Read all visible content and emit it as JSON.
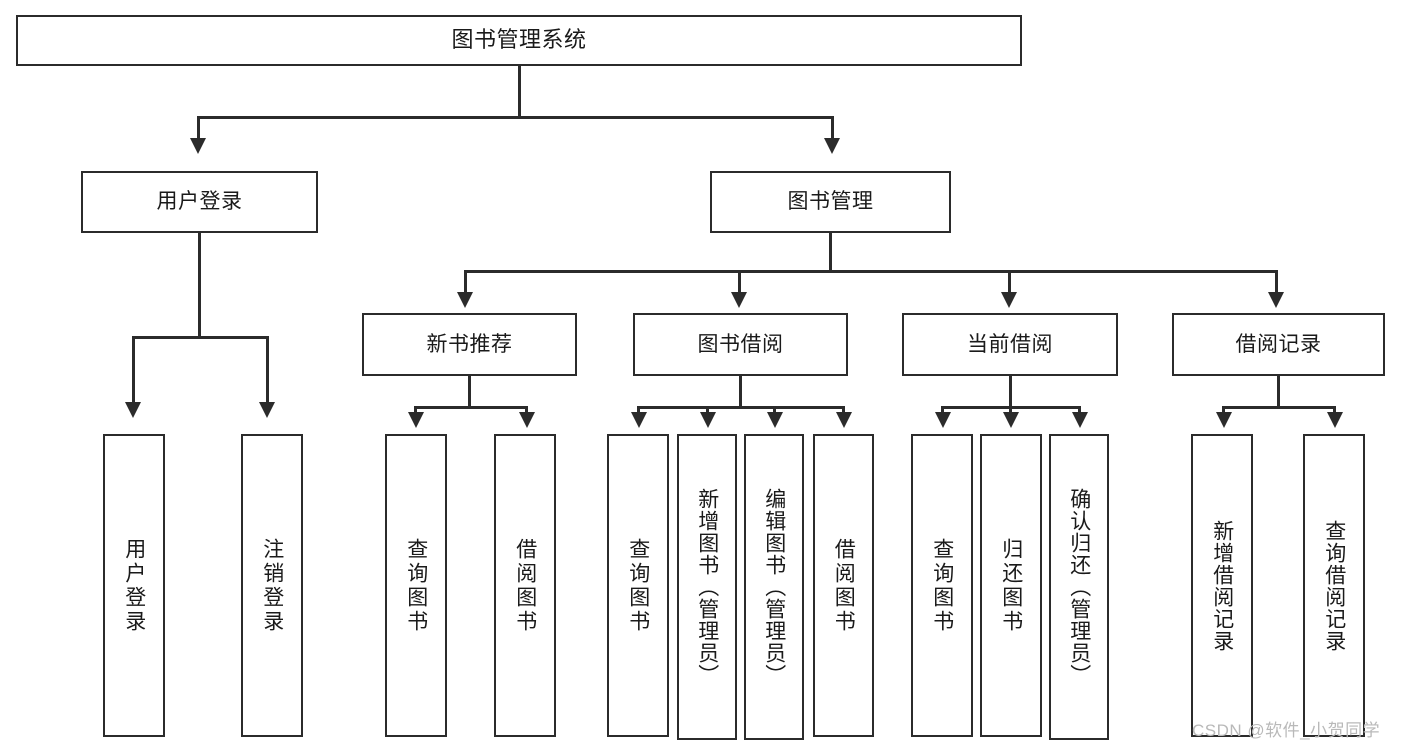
{
  "diagram": {
    "type": "tree-hierarchy-diagram",
    "title": "图书管理系统",
    "watermark": "CSDN @软件_小贺同学",
    "colors": {
      "stroke": "#2b2b2b",
      "fill": "#ffffff",
      "text": "#1a1a1a",
      "watermark": "#b9b9b9"
    },
    "root": {
      "label": "图书管理系统",
      "orientation": "horizontal"
    },
    "level2": [
      {
        "label": "用户登录",
        "orientation": "horizontal"
      },
      {
        "label": "图书管理",
        "orientation": "horizontal"
      }
    ],
    "level3": [
      {
        "label": "新书推荐",
        "orientation": "horizontal"
      },
      {
        "label": "图书借阅",
        "orientation": "horizontal"
      },
      {
        "label": "当前借阅",
        "orientation": "horizontal"
      },
      {
        "label": "借阅记录",
        "orientation": "horizontal"
      }
    ],
    "leaves": {
      "user_login": [
        {
          "label": "用户登录",
          "orientation": "vertical"
        },
        {
          "label": "注销登录",
          "orientation": "vertical"
        }
      ],
      "new_book_recommend": [
        {
          "label": "查询图书",
          "orientation": "vertical"
        },
        {
          "label": "借阅图书",
          "orientation": "vertical"
        }
      ],
      "book_borrow": [
        {
          "label": "查询图书",
          "orientation": "vertical"
        },
        {
          "label": "新增图书（管理员）",
          "orientation": "vertical"
        },
        {
          "label": "编辑图书（管理员）",
          "orientation": "vertical"
        },
        {
          "label": "借阅图书",
          "orientation": "vertical"
        }
      ],
      "current_borrow": [
        {
          "label": "查询图书",
          "orientation": "vertical"
        },
        {
          "label": "归还图书",
          "orientation": "vertical"
        },
        {
          "label": "确认归还（管理员）",
          "orientation": "vertical"
        }
      ],
      "borrow_record": [
        {
          "label": "新增借阅记录",
          "orientation": "vertical"
        },
        {
          "label": "查询借阅记录",
          "orientation": "vertical"
        }
      ]
    }
  }
}
